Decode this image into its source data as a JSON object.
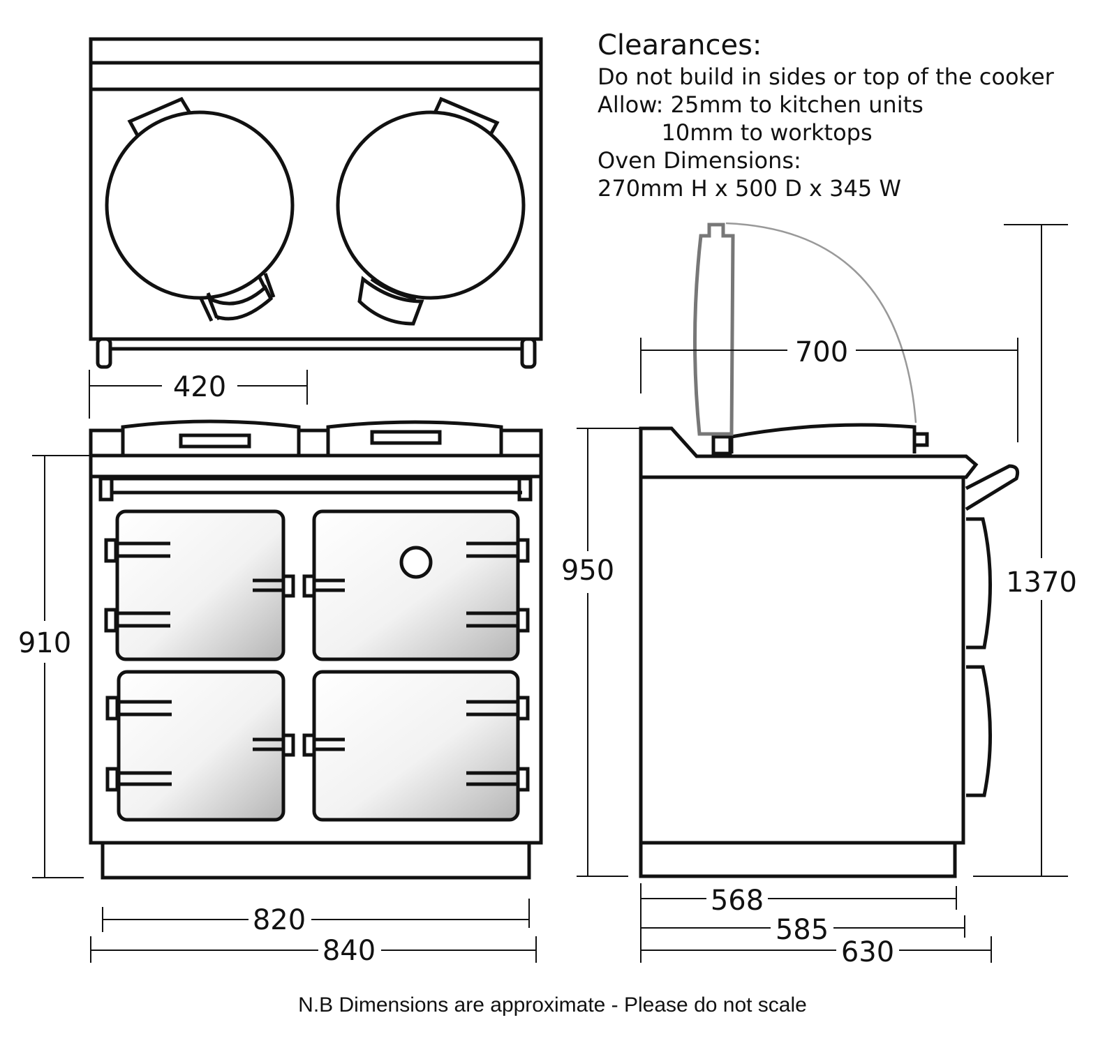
{
  "clearances": {
    "title": "Clearances:",
    "lines": [
      "Do not build in sides or top of the cooker",
      "Allow: 25mm to kitchen units",
      "         10mm to worktops",
      "Oven Dimensions:",
      "270mm H x 500 D x 345 W"
    ]
  },
  "dimensions": {
    "hotplate_width": "420",
    "front_height": "910",
    "plinth_width": "820",
    "overall_width": "840",
    "side_height": "950",
    "lid_open_depth": "700",
    "overall_height_lid_open": "1370",
    "body_depth": "568",
    "depth_with_plate": "585",
    "overall_depth": "630"
  },
  "footer_note": "N.B Dimensions are approximate - Please do not scale",
  "colors": {
    "line": "#111111",
    "arc": "#999999",
    "lid": "#777777"
  }
}
